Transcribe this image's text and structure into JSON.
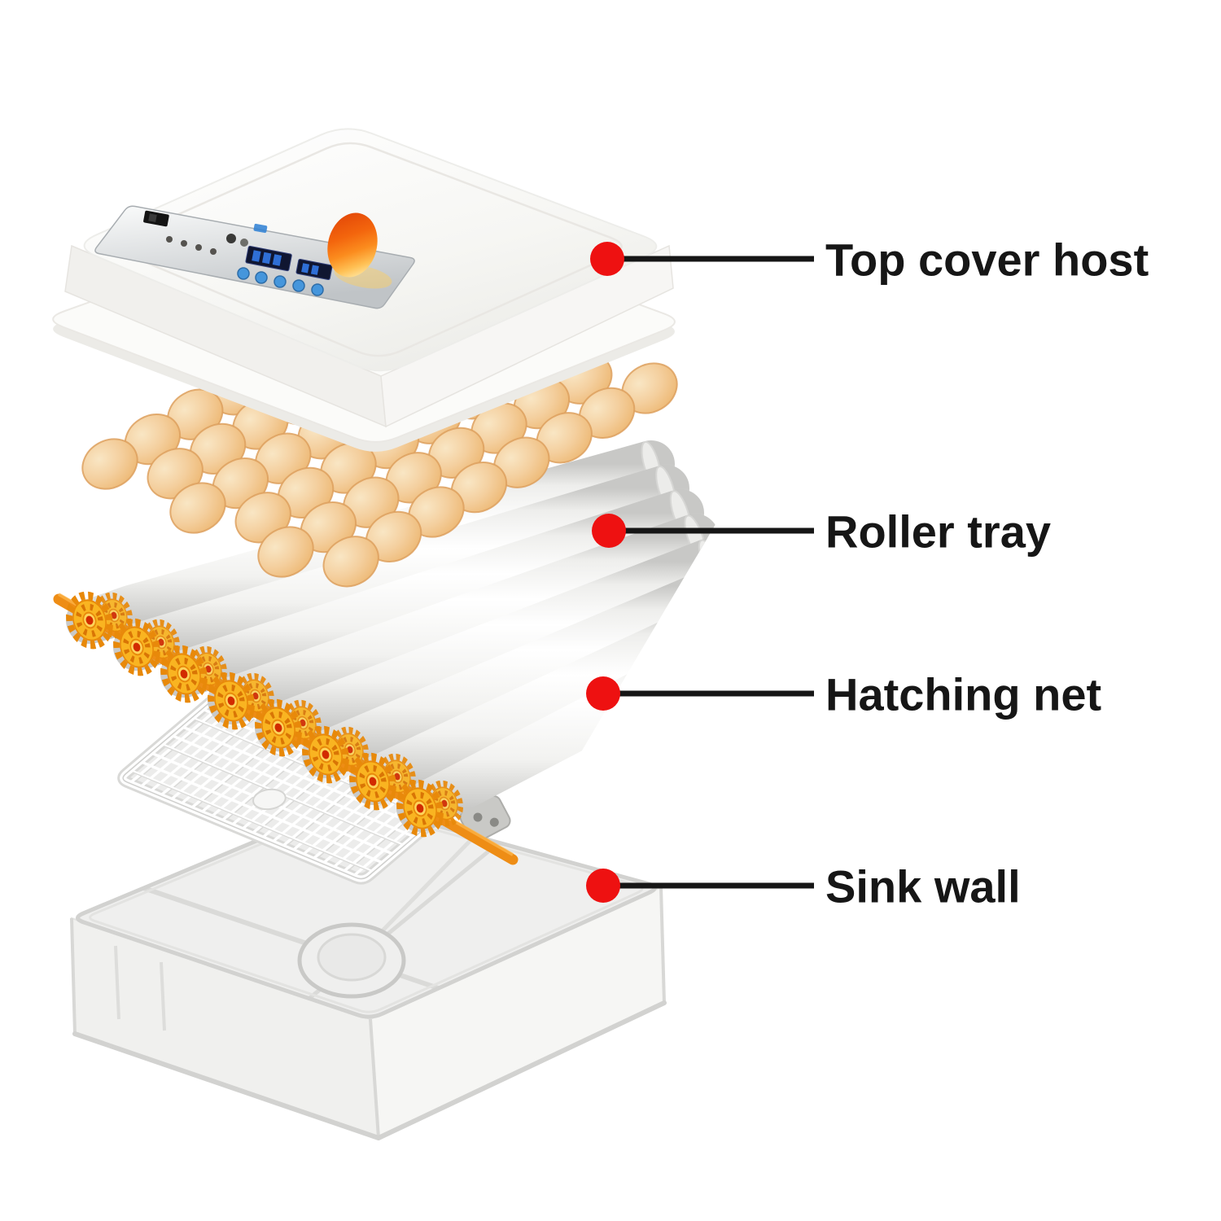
{
  "callouts": [
    {
      "label": "Top cover host"
    },
    {
      "label": "Roller tray"
    },
    {
      "label": "Hatching net"
    },
    {
      "label": "Sink wall"
    }
  ],
  "colors": {
    "callout_dot": "#ee1111",
    "callout_line": "#161616",
    "label_text": "#161616",
    "egg_shell": "#f4cf9e",
    "egg_shell_edge": "#dda05e",
    "gear_yellow": "#f9b421",
    "gear_dark": "#e8890a",
    "gear_slot": "#d97505",
    "gear_center": "#d22b00",
    "rail_orange": "#ee8d15",
    "panel_silver": "#c9ccce",
    "lcd_navy": "#101631",
    "button_blue": "#4596dc",
    "indicator_egg_orange": "#f3650d",
    "plastic_white": "#fbfbf9",
    "mesh_gray": "#ebebea",
    "basin_gray": "#ededec"
  }
}
